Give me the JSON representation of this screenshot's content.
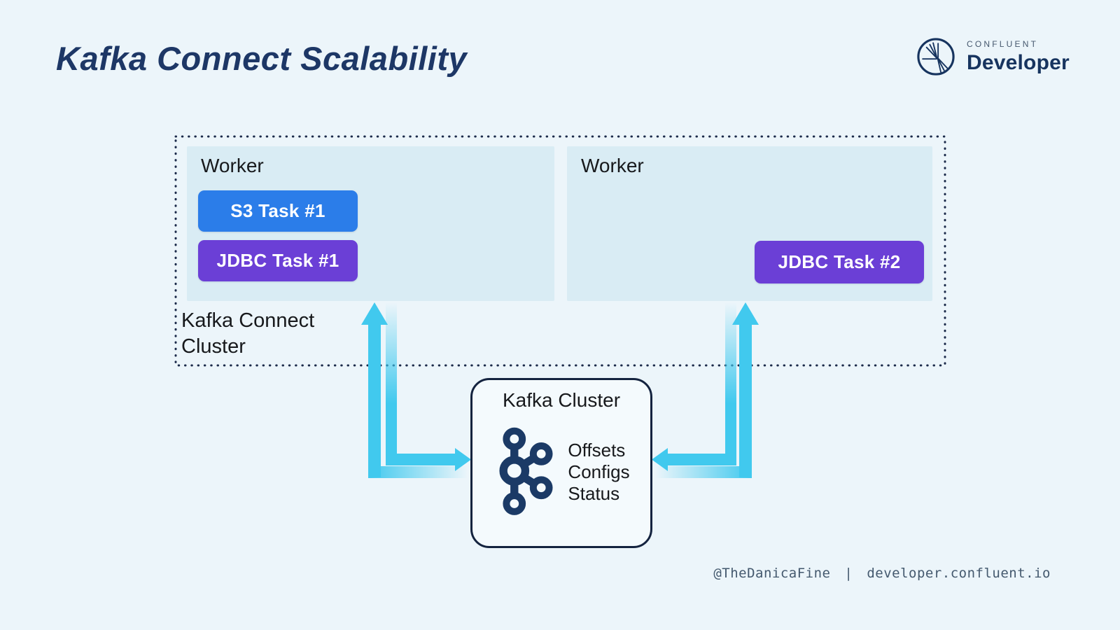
{
  "colors": {
    "background": "#ecf5fa",
    "brand_navy": "#17345f",
    "worker_bg": "#d9ecf4",
    "task_blue": "#2b7de9",
    "task_purple": "#6b3fd6",
    "arrow_cyan": "#41c9ee"
  },
  "header": {
    "title": "Kafka Connect Scalability",
    "logo": {
      "brand": "CONFLUENT",
      "product": "Developer"
    }
  },
  "diagram": {
    "connect_cluster": {
      "label_line1": "Kafka Connect",
      "label_line2": "Cluster",
      "workers": [
        {
          "label": "Worker",
          "tasks": [
            {
              "label": "S3 Task #1",
              "color": "#2b7de9"
            },
            {
              "label": "JDBC Task #1",
              "color": "#6b3fd6"
            }
          ]
        },
        {
          "label": "Worker",
          "tasks": [
            {
              "label": "JDBC Task #2",
              "color": "#6b3fd6"
            }
          ]
        }
      ]
    },
    "kafka_cluster": {
      "title": "Kafka Cluster",
      "items": [
        "Offsets",
        "Configs",
        "Status"
      ]
    },
    "arrow_color": "#41c9ee"
  },
  "footer": {
    "handle": "@TheDanicaFine",
    "separator": "|",
    "url": "developer.confluent.io"
  }
}
